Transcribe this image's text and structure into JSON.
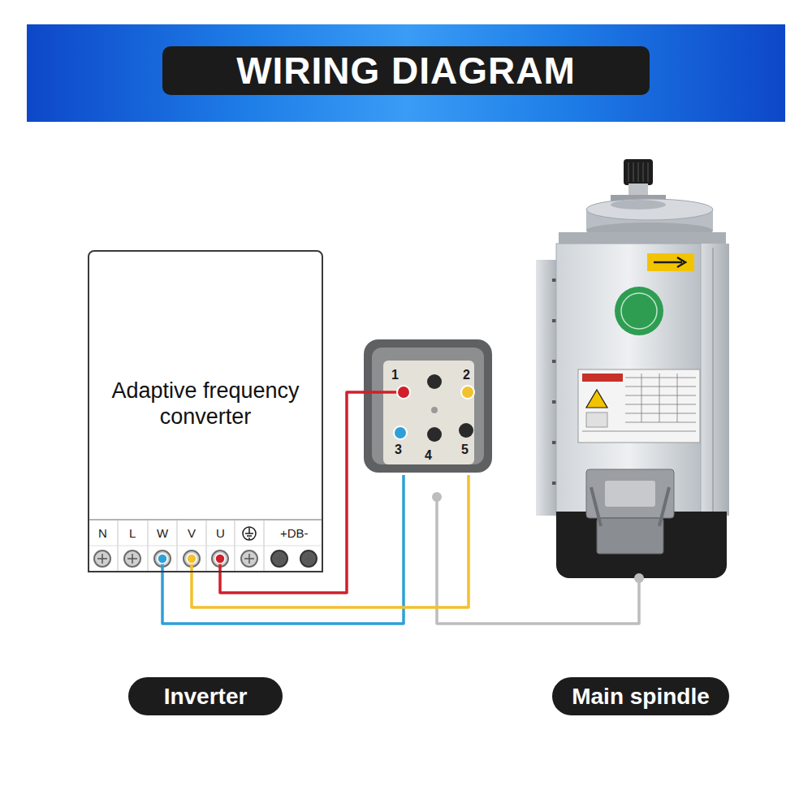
{
  "diagram": {
    "title": "WIRING DIAGRAM",
    "nodes": [
      {
        "text": [
          "Adaptive frequency converter"
        ]
      },
      {
        "text": [
          "Inverter"
        ]
      },
      {
        "text": [
          "Main spindle"
        ]
      }
    ],
    "labels": [
      "N",
      "L",
      "W",
      "V",
      "U",
      "+DB-",
      "1",
      "2",
      "3",
      "4",
      "5"
    ]
  }
}
